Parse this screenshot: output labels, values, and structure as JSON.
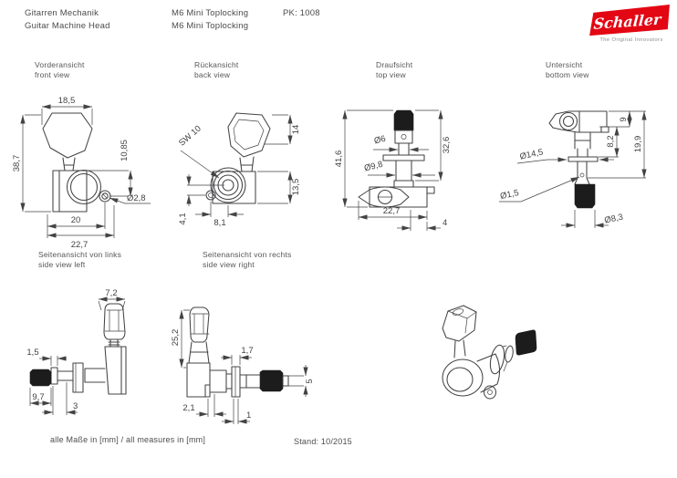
{
  "header": {
    "product_de": "Gitarren Mechanik",
    "product_en": "Guitar Machine Head",
    "model_de": "M6 Mini Toplocking",
    "model_en": "M6 Mini Toplocking",
    "pk_number": "PK: 1008",
    "logo": {
      "brand": "Schaller",
      "tagline": "The Original Innovators",
      "brand_color": "#e30613"
    }
  },
  "views": {
    "front": {
      "label_de": "Vorderansicht",
      "label_en": "front view",
      "dims": {
        "button_width": "18,5",
        "overall_height": "38,7",
        "screw_offset": "10,85",
        "screw_hole_dia": "Ø2,8",
        "housing_width": "20",
        "overall_width": "22,7"
      }
    },
    "back": {
      "label_de": "Rückansicht",
      "label_en": "back view",
      "dims": {
        "wrench_size": "SW 10",
        "button_height": "14",
        "housing_height": "13,5",
        "screw_v_offset": "4,1",
        "screw_h_offset": "8,1"
      }
    },
    "top": {
      "label_de": "Draufsicht",
      "label_en": "top view",
      "dims": {
        "overall_height": "41,6",
        "post_height": "32,6",
        "string_post_dia": "Ø6",
        "shaft_dia": "Ø9,8",
        "housing_width": "22,7",
        "tab_width": "4"
      }
    },
    "bottom": {
      "label_de": "Untersicht",
      "label_en": "bottom view",
      "dims": {
        "housing_depth": "9",
        "shaft_section": "8,2",
        "overall_depth": "19,9",
        "flange_dia": "Ø14,5",
        "string_hole_dia": "Ø1,5",
        "knob_dia": "Ø8,3"
      }
    },
    "side_left": {
      "label_de": "Seitenansicht von links",
      "label_en": "side view left",
      "dims": {
        "button_width": "7,2",
        "wheel_width": "1,5",
        "knob_length": "9,7",
        "shaft_step": "3"
      }
    },
    "side_right": {
      "label_de": "Seitenansicht von rechts",
      "label_en": "side view right",
      "dims": {
        "button_length": "25,2",
        "flange_width": "1,7",
        "housing_step": "2,1",
        "pin_dia": "5",
        "washer_width": "1"
      }
    }
  },
  "footer": {
    "units_note": "alle Maße in [mm] / all measures in [mm]",
    "revision": "Stand: 10/2015"
  }
}
